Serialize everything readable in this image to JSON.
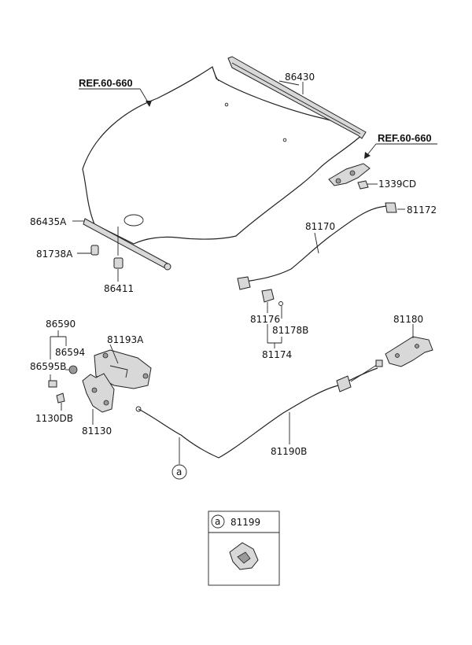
{
  "references": {
    "ref_hood": "REF.60-660",
    "ref_latch": "REF.60-660"
  },
  "labels": {
    "p86430": "86430",
    "p1339CD": "1339CD",
    "p81172": "81172",
    "p86435A": "86435A",
    "p81738A": "81738A",
    "p86411": "86411",
    "p81170": "81170",
    "p81176": "81176",
    "p81178B": "81178B",
    "p81174": "81174",
    "p86590": "86590",
    "p86594": "86594",
    "p86595B": "86595B",
    "p81193A": "81193A",
    "p1130DB": "1130DB",
    "p81130": "81130",
    "p81180": "81180",
    "p81190B": "81190B",
    "callout_a": "a"
  },
  "inset": {
    "marker": "a",
    "part_number": "81199"
  }
}
